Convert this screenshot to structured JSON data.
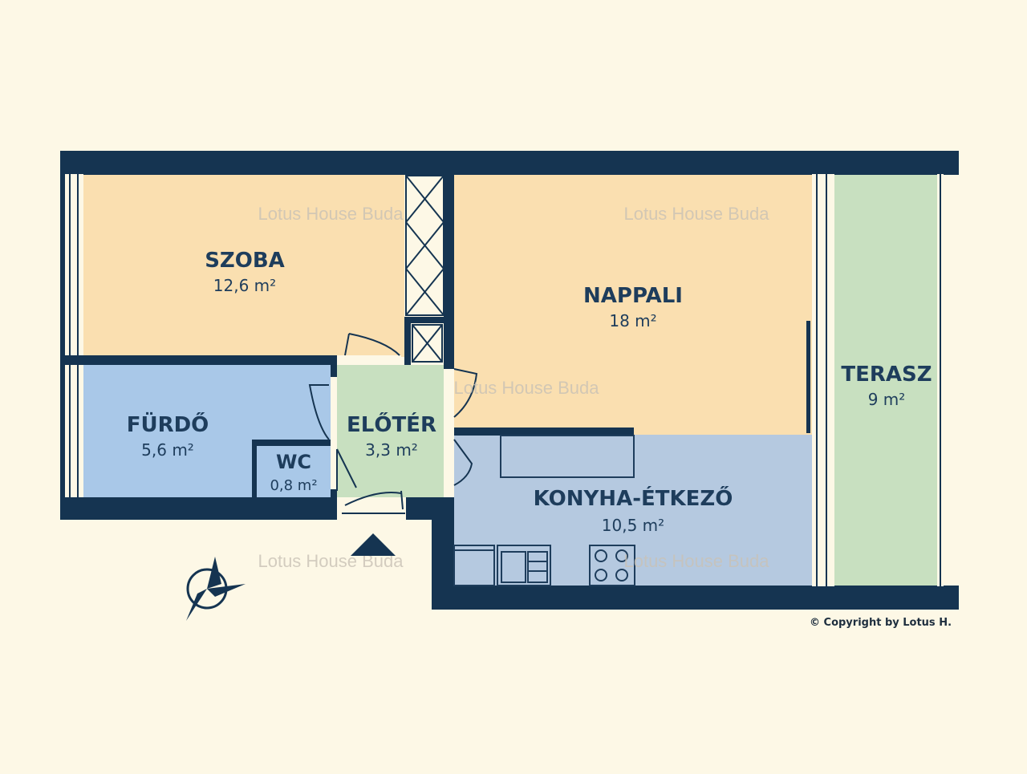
{
  "colors": {
    "background": "#fdf8e6",
    "wall": "#153451",
    "room_warm": "#fadfb0",
    "room_blue": "#a9c8e8",
    "room_kitchen": "#b5c9e0",
    "room_green": "#c8e0c0",
    "text": "#1e3d5c"
  },
  "rooms": {
    "szoba": {
      "name": "SZOBA",
      "area": "12,6 m²"
    },
    "nappali": {
      "name": "NAPPALI",
      "area": "18 m²"
    },
    "terasz": {
      "name": "TERASZ",
      "area": "9 m²"
    },
    "furdo": {
      "name": "FÜRDŐ",
      "area": "5,6 m²"
    },
    "eloter": {
      "name": "ELŐTÉR",
      "area": "3,3 m²"
    },
    "wc": {
      "name": "WC",
      "area": "0,8 m²"
    },
    "konyha": {
      "name": "KONYHA-ÉTKEZŐ",
      "area": "10,5 m²"
    }
  },
  "watermark": "Lotus House Buda",
  "copyright": "© Copyright by Lotus H."
}
